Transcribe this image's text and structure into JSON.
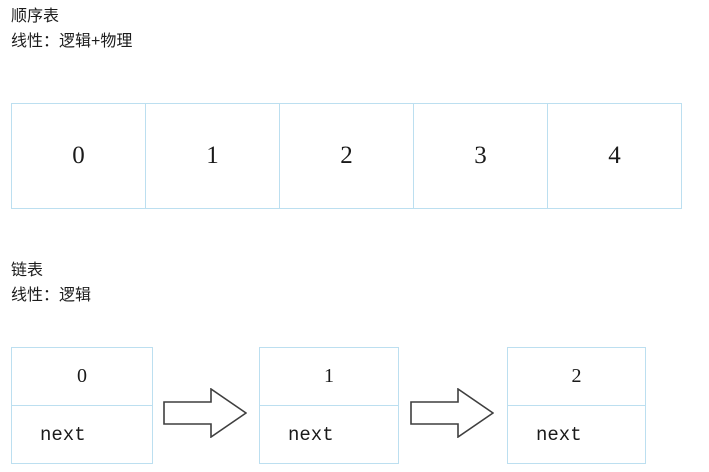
{
  "page": {
    "background": "#ffffff",
    "border_color": "#bcdff0",
    "text_color": "#1a1a1a",
    "arrow_stroke": "#3f3f3f"
  },
  "sequential_section": {
    "title": "顺序表",
    "subtitle": "线性：逻辑+物理",
    "table": {
      "cells": [
        "0",
        "1",
        "2",
        "3",
        "4"
      ]
    }
  },
  "linked_section": {
    "title": "链表",
    "subtitle": "线性：逻辑",
    "nodes": [
      {
        "value": "0",
        "next_label": "next"
      },
      {
        "value": "1",
        "next_label": "next"
      },
      {
        "value": "2",
        "next_label": "next"
      }
    ],
    "arrows": [
      {
        "name": "block-arrow-right-icon"
      },
      {
        "name": "block-arrow-right-icon"
      }
    ]
  }
}
